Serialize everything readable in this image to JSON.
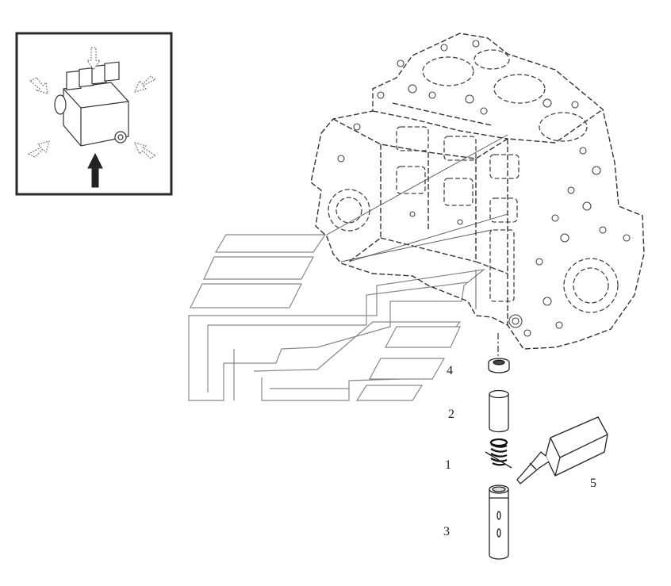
{
  "diagram": {
    "callouts": [
      {
        "id": "callout-1",
        "label": "1",
        "part": "spring"
      },
      {
        "id": "callout-2",
        "label": "2",
        "part": "plunger"
      },
      {
        "id": "callout-3",
        "label": "3",
        "part": "valve-body"
      },
      {
        "id": "callout-4",
        "label": "4",
        "part": "seal-ring"
      },
      {
        "id": "callout-5",
        "label": "5",
        "part": "sealant-tube"
      }
    ],
    "colors": {
      "line": "#333333",
      "light_line": "#777777",
      "frame": "#2a2a2a",
      "background": "#ffffff"
    }
  }
}
